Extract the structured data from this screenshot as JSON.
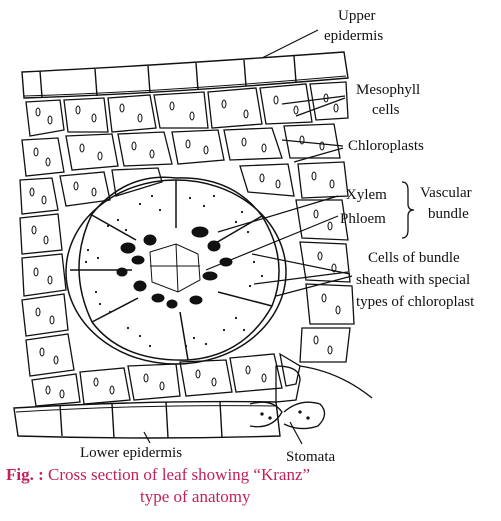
{
  "labels": {
    "upper_epidermis_1": "Upper",
    "upper_epidermis_2": "epidermis",
    "mesophyll_1": "Mesophyll",
    "mesophyll_2": "cells",
    "chloroplasts": "Chloroplasts",
    "xylem": "Xylem",
    "phloem": "Phloem",
    "vascular_1": "Vascular",
    "vascular_2": "bundle",
    "sheath_1": "Cells of bundle",
    "sheath_2": "sheath with special",
    "sheath_3": "types of chloroplast",
    "lower_epidermis": "Lower epidermis",
    "stomata": "Stomata"
  },
  "caption": {
    "prefix": "Fig. :",
    "line1": "Cross section of leaf showing “Kranz”",
    "line2": "type of anatomy"
  },
  "colors": {
    "ink": "#111111",
    "caption": "#c0215a"
  }
}
